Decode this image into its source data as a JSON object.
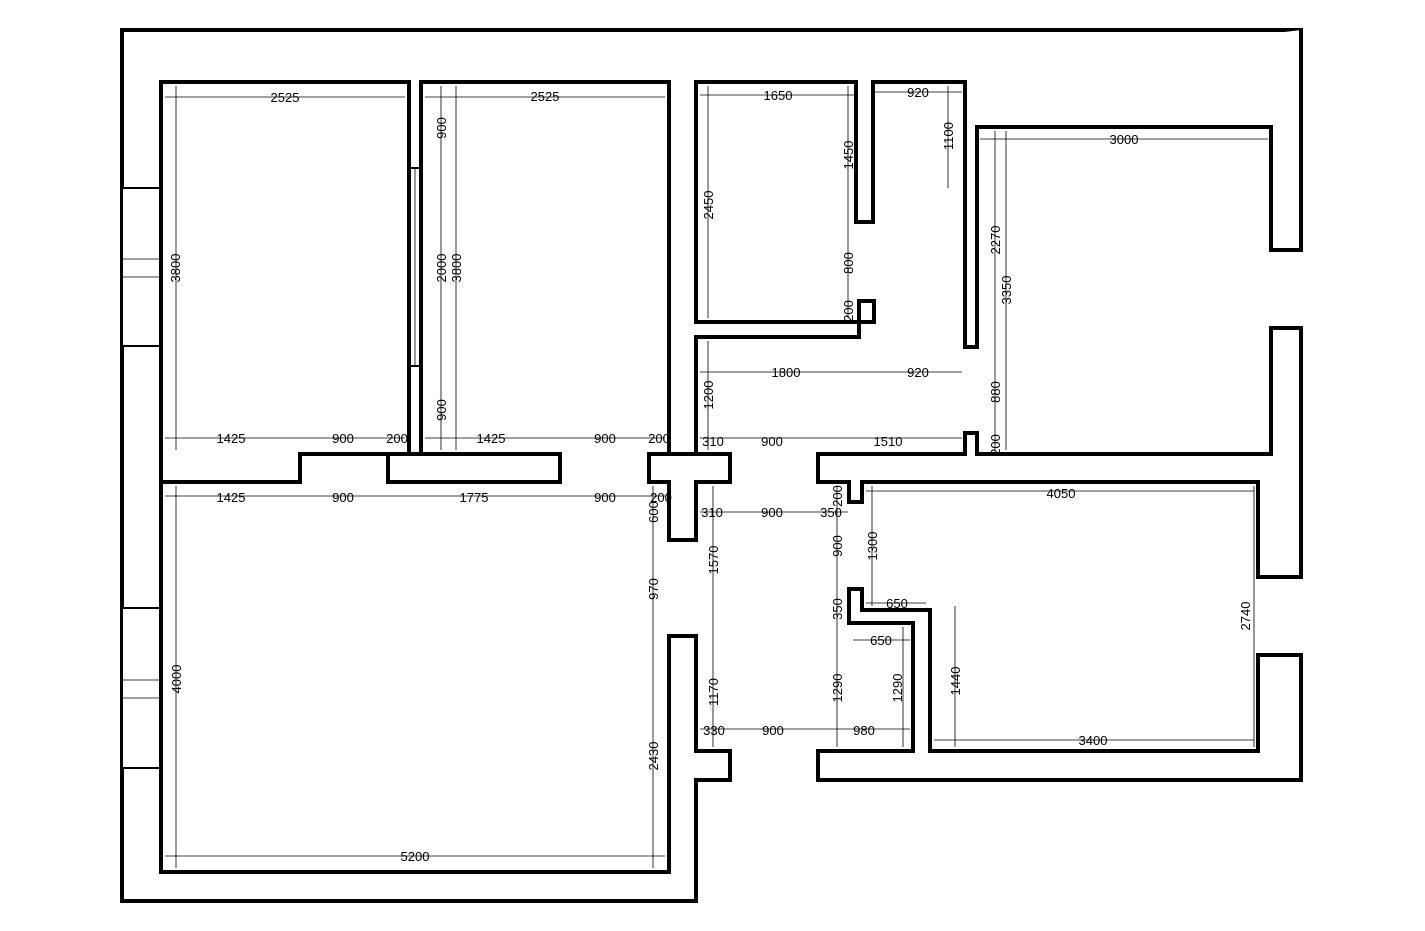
{
  "plan": {
    "colors": {
      "wall": "#000000",
      "background": "#ffffff"
    },
    "labels": {
      "a1": "2525",
      "a2": "2525",
      "a3": "1650",
      "a4": "920",
      "a5": "3000",
      "a6": "1800",
      "a7": "920",
      "a8": "1425",
      "a9": "900",
      "a10": "200",
      "a11": "1425",
      "a12": "900",
      "a13": "200",
      "a14": "310",
      "a15": "900",
      "a16": "1510",
      "a17": "1425",
      "a18": "900",
      "a19": "1775",
      "a20": "900",
      "a21": "200",
      "a22": "310",
      "a23": "900",
      "a24": "350",
      "a25": "4050",
      "a26": "650",
      "a27": "650",
      "a28": "330",
      "a29": "900",
      "a30": "980",
      "a31": "3400",
      "a32": "5200",
      "v1": "3800",
      "v2": "900",
      "v3": "2000",
      "v4": "3800",
      "v5": "900",
      "v6": "2450",
      "v7": "1450",
      "v8": "800",
      "v9": "200",
      "v10": "1100",
      "v11": "2270",
      "v12": "3350",
      "v13": "880",
      "v14": "200",
      "v15": "1200",
      "v16": "600",
      "v17": "970",
      "v18": "1570",
      "v19": "1170",
      "v20": "200",
      "v21": "900",
      "v22": "1300",
      "v23": "350",
      "v24": "1290",
      "v25": "1290",
      "v26": "1440",
      "v27": "2740",
      "v28": "4000",
      "v29": "2430"
    }
  }
}
